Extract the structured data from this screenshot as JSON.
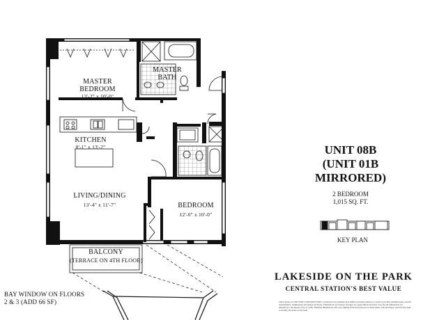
{
  "rooms": {
    "master_bedroom": {
      "name_line1": "MASTER",
      "name_line2": "BEDROOM",
      "dims": "13'-2\" x 10'-0\""
    },
    "master_bath": {
      "name_line1": "MASTER",
      "name_line2": "BATH"
    },
    "kitchen": {
      "name": "KITCHEN",
      "dims": "8'-1\" x 13'-2\""
    },
    "living_dining": {
      "name": "LIVING/DINING",
      "dims": "13'-4\" x 11'-7\""
    },
    "bedroom": {
      "name": "BEDROOM",
      "dims": "12'-0\" x 10'-0\""
    },
    "balcony": {
      "name": "BALCONY",
      "note": "(TERRACE ON 4TH FLOOR)"
    }
  },
  "bay_window": {
    "line1": "BAY WINDOW ON FLOORS",
    "line2": "2 & 3 (ADD 66 SF)"
  },
  "unit": {
    "line1": "UNIT 08B",
    "line2": "(UNIT 01B",
    "line3": "MIRRORED)",
    "bedrooms": "2 BEDROOM",
    "area": "1,015 SQ. FT."
  },
  "key_plan": {
    "label": "KEY PLAN"
  },
  "brand": {
    "name": "LAKESIDE ON THE PARK",
    "tagline": "CENTRAL STATION'S BEST VALUE"
  },
  "disclaimer": "These plans are NOT FOR CONSTRUCTION; construction documents may differ from these plans as a result of product modifications, permit requirements, engineering and design decisions. Dimensions and square footages are approximate and may vary. Room dimensions are measured to the interior face of walls. Finished dimensions will vary slightly from those shown on these plans. The developer reserves the right to modify the plans at any time."
}
